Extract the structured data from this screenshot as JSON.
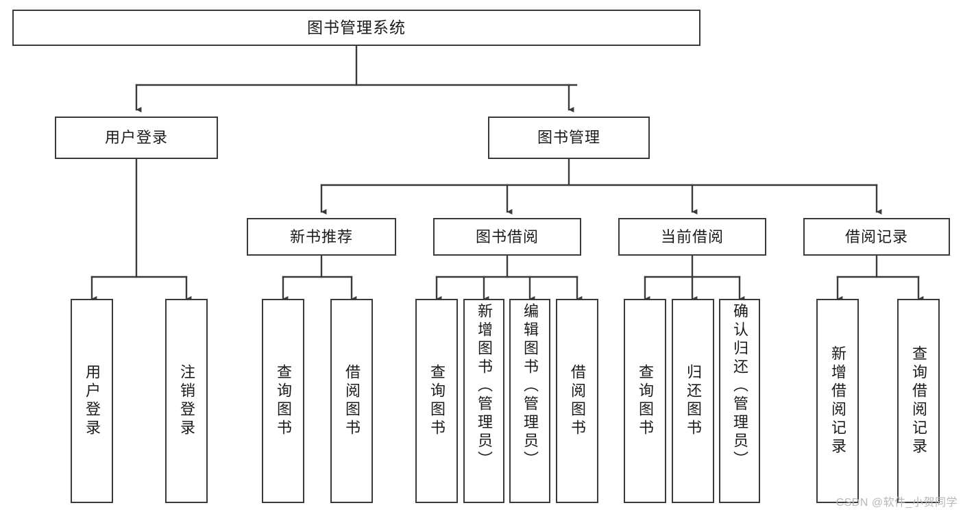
{
  "diagram": {
    "title": "图书管理系统",
    "type": "hierarchy-tree",
    "watermark": "CSDN @软件_小贺同学",
    "colors": {
      "box_border": "#3a3a3a",
      "connector": "#3a3a3a",
      "background": "#ffffff",
      "text": "#1b1b1b",
      "watermark": "#b7b7b7"
    },
    "root": {
      "label": "图书管理系统"
    },
    "level2": [
      {
        "label": "用户登录"
      },
      {
        "label": "图书管理"
      }
    ],
    "level3": [
      {
        "label": "新书推荐"
      },
      {
        "label": "图书借阅"
      },
      {
        "label": "当前借阅"
      },
      {
        "label": "借阅记录"
      }
    ],
    "leaves": {
      "user_login": [
        {
          "label": "用户登录"
        },
        {
          "label": "注销登录"
        }
      ],
      "new_book_recommend": [
        {
          "label": "查询图书"
        },
        {
          "label": "借阅图书"
        }
      ],
      "book_borrow": [
        {
          "label": "查询图书"
        },
        {
          "label": "新增图书（管理员）"
        },
        {
          "label": "编辑图书（管理员）"
        },
        {
          "label": "借阅图书"
        }
      ],
      "current_borrow": [
        {
          "label": "查询图书"
        },
        {
          "label": "归还图书"
        },
        {
          "label": "确认归还（管理员）"
        }
      ],
      "borrow_record": [
        {
          "label": "新增借阅记录"
        },
        {
          "label": "查询借阅记录"
        }
      ]
    }
  }
}
